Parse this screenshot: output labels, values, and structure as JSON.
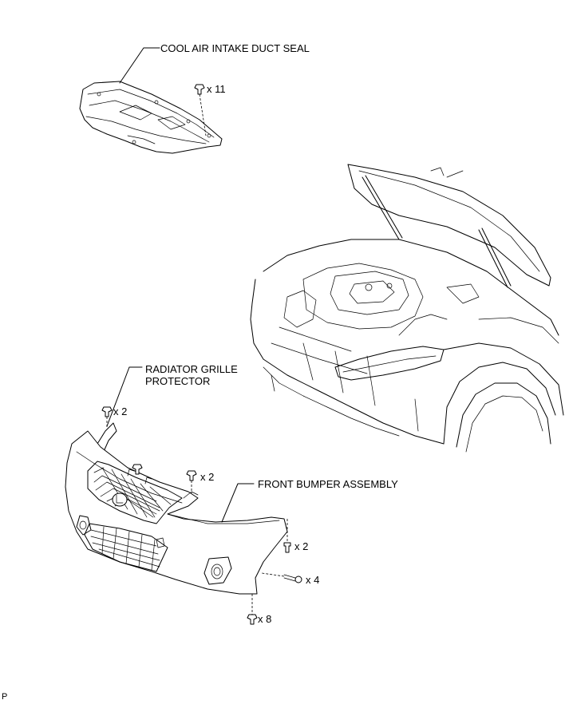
{
  "labels": {
    "cool_air_intake_duct_seal": "COOL AIR INTAKE DUCT SEAL",
    "radiator_grille_protector_line1": "RADIATOR GRILLE",
    "radiator_grille_protector_line2": "PROTECTOR",
    "front_bumper_assembly": "FRONT BUMPER ASSEMBLY"
  },
  "quantities": {
    "duct_seal_clips": "x 11",
    "grille_top_clips": "x 2",
    "bumper_top_clips": "x 2",
    "bumper_side_screws": "x 2",
    "bumper_side_bolts": "x 4",
    "bumper_bottom_clips": "x 8"
  },
  "footer": {
    "code": "P"
  }
}
